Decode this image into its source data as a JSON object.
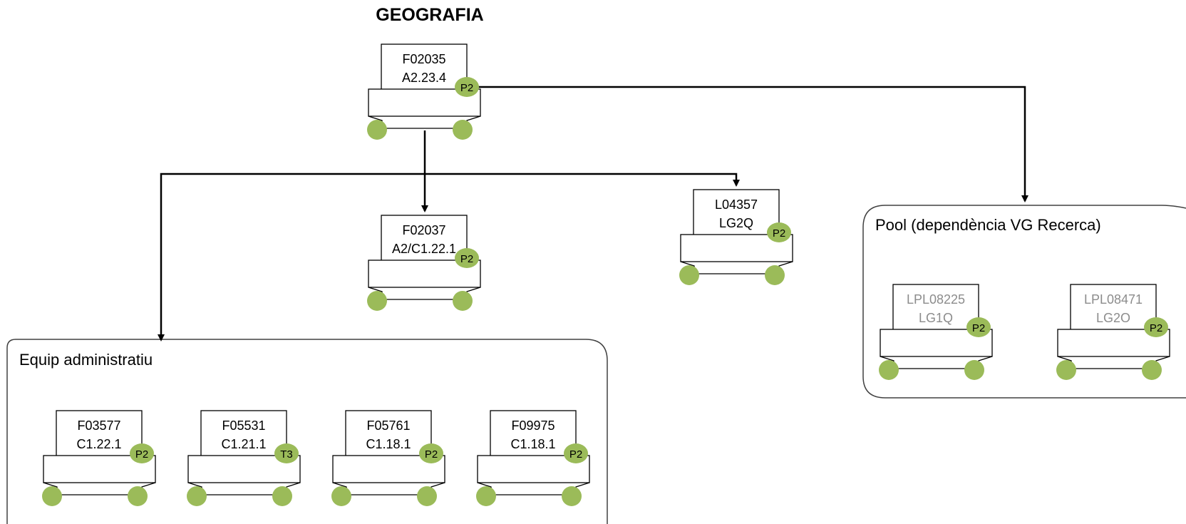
{
  "title": "GEOGRAFIA",
  "colors": {
    "badge": "#9BBB59",
    "line": "#000000",
    "text": "#000000",
    "muted_text": "#8C8C8C",
    "group_border": "#404040"
  },
  "groups": {
    "admin": {
      "label": "Equip administratiu"
    },
    "pool": {
      "label": "Pool (dependència VG Recerca)"
    }
  },
  "printers": {
    "root": {
      "id": "F02035",
      "location": "A2.23.4",
      "badge": "P2",
      "icon": "printer-icon"
    },
    "center": {
      "id": "F02037",
      "location": "A2/C1.22.1",
      "badge": "P2",
      "icon": "printer-icon"
    },
    "right": {
      "id": "L04357",
      "location": "LG2Q",
      "badge": "P2",
      "icon": "printer-icon"
    },
    "pool_1": {
      "id": "LPL08225",
      "location": "LG1Q",
      "badge": "P2",
      "icon": "printer-icon"
    },
    "pool_2": {
      "id": "LPL08471",
      "location": "LG2O",
      "badge": "P2",
      "icon": "printer-icon"
    },
    "admin_1": {
      "id": "F03577",
      "location": "C1.22.1",
      "badge": "P2",
      "icon": "printer-icon"
    },
    "admin_2": {
      "id": "F05531",
      "location": "C1.21.1",
      "badge": "T3",
      "icon": "printer-icon"
    },
    "admin_3": {
      "id": "F05761",
      "location": "C1.18.1",
      "badge": "P2",
      "icon": "printer-icon"
    },
    "admin_4": {
      "id": "F09975",
      "location": "C1.18.1",
      "badge": "P2",
      "icon": "printer-icon"
    }
  }
}
